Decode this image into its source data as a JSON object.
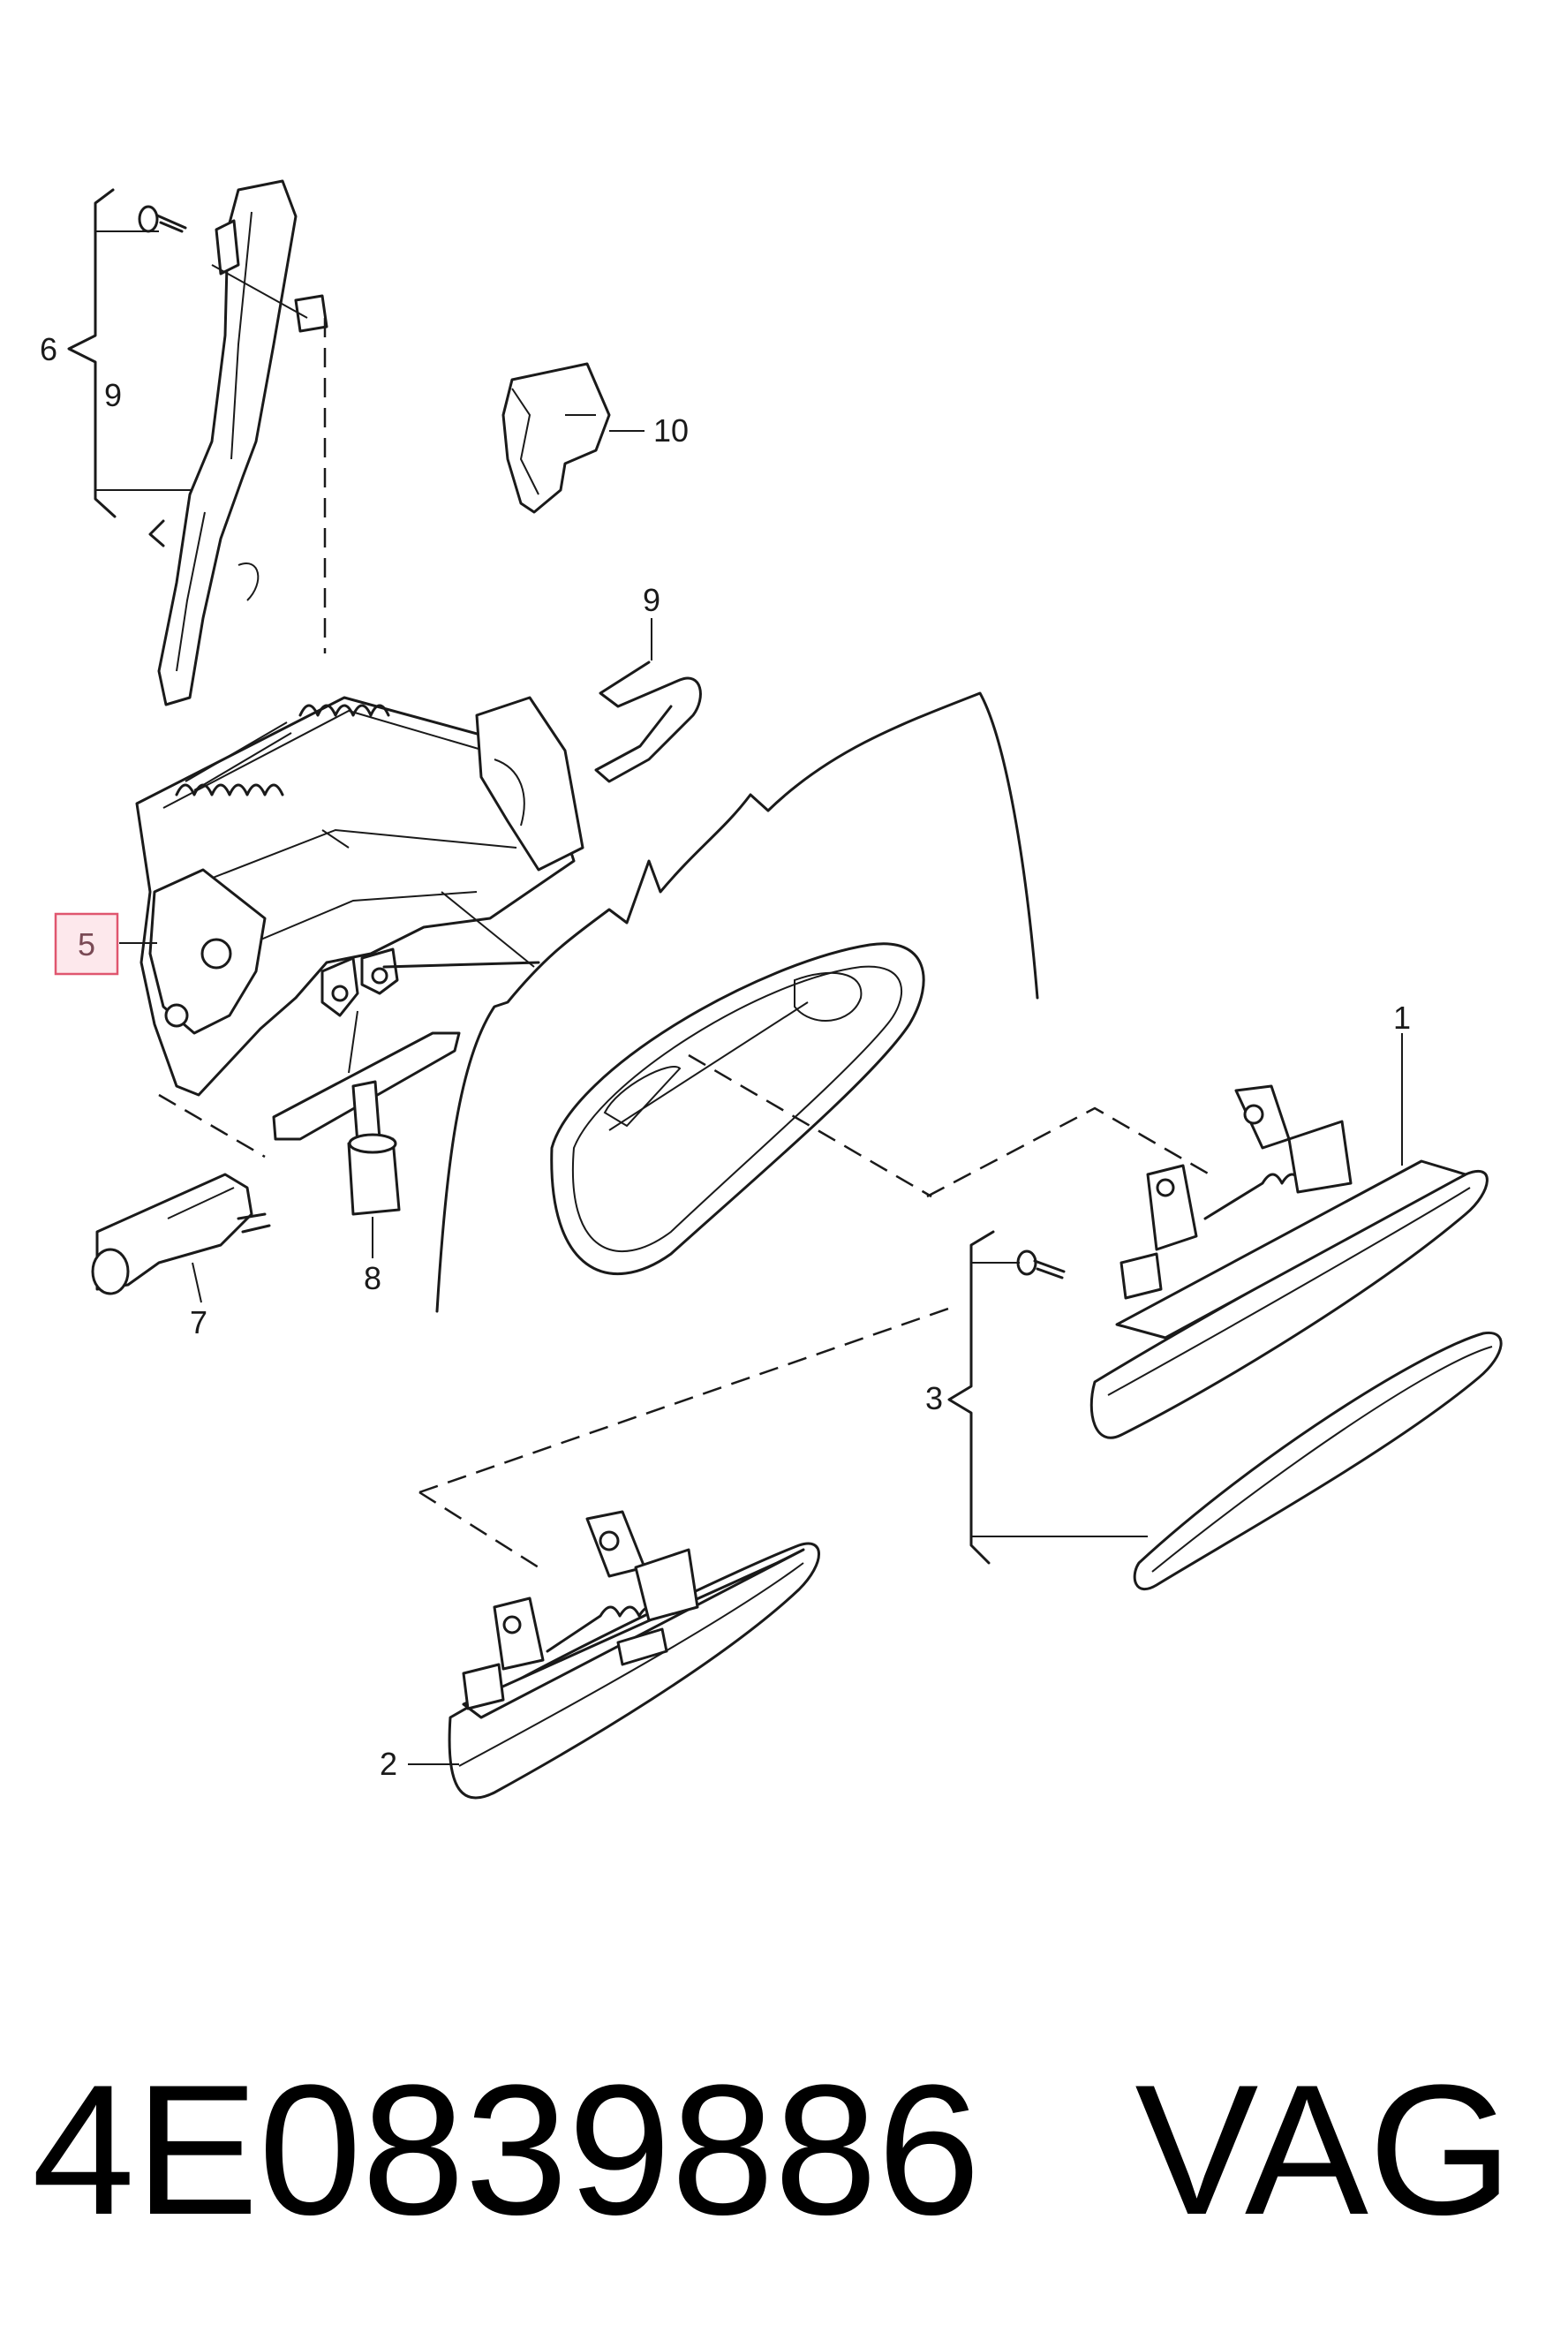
{
  "diagram": {
    "callouts": {
      "c1": "1",
      "c2": "2",
      "c3": "3",
      "c5": "5",
      "c6": "6",
      "c7": "7",
      "c8": "8",
      "c9_top": "9",
      "c9_mid": "9",
      "c10": "10"
    },
    "highlighted_callout": "5",
    "highlight_color": "#e0566f"
  },
  "footer": {
    "part_number": "4E0839886",
    "brand": "VAG"
  }
}
